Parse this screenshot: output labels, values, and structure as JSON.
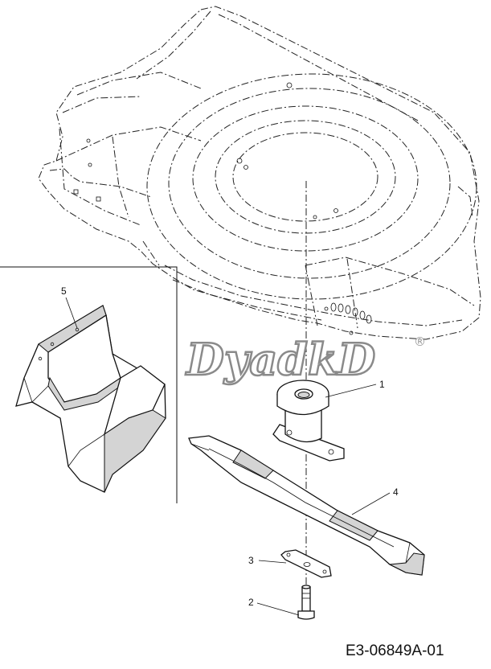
{
  "watermark": {
    "text": "DyadkD",
    "registered_mark": "®"
  },
  "callouts": [
    {
      "id": "1",
      "part": "blade-adapter"
    },
    {
      "id": "2",
      "part": "blade-bolt"
    },
    {
      "id": "3",
      "part": "blade-washer"
    },
    {
      "id": "4",
      "part": "mower-blade"
    },
    {
      "id": "5",
      "part": "rear-discharge-deflector"
    }
  ],
  "drawing_code": "E3-06849A-01"
}
